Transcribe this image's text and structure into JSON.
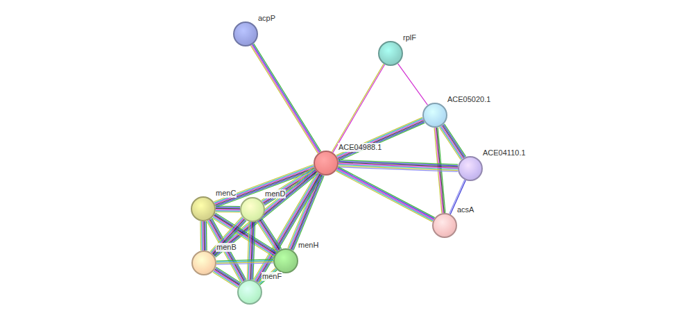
{
  "diagram": {
    "nodes": [
      {
        "text": [
          "acpP"
        ]
      },
      {
        "text": [
          "rplF"
        ]
      },
      {
        "text": [
          "ACE05020.1"
        ]
      },
      {
        "text": [
          "ACE04988.1"
        ]
      },
      {
        "text": [
          "ACE04110.1"
        ]
      },
      {
        "text": [
          "menC"
        ]
      },
      {
        "text": [
          "menD"
        ]
      },
      {
        "text": [
          "acsA"
        ]
      },
      {
        "text": [
          "menH"
        ]
      },
      {
        "text": [
          "menB"
        ]
      },
      {
        "text": [
          "menF"
        ]
      }
    ],
    "edges": [
      {
        "from": 0,
        "to": 3,
        "arrow": "none"
      },
      {
        "from": 1,
        "to": 3,
        "arrow": "none"
      },
      {
        "from": 1,
        "to": 2,
        "arrow": "none"
      },
      {
        "from": 2,
        "to": 3,
        "arrow": "none"
      },
      {
        "from": 2,
        "to": 4,
        "arrow": "none"
      },
      {
        "from": 2,
        "to": 7,
        "arrow": "none"
      },
      {
        "from": 3,
        "to": 4,
        "arrow": "none"
      },
      {
        "from": 3,
        "to": 7,
        "arrow": "none"
      },
      {
        "from": 4,
        "to": 7,
        "arrow": "none"
      },
      {
        "from": 3,
        "to": 5,
        "arrow": "none"
      },
      {
        "from": 3,
        "to": 6,
        "arrow": "none"
      },
      {
        "from": 3,
        "to": 9,
        "arrow": "none"
      },
      {
        "from": 3,
        "to": 8,
        "arrow": "none"
      },
      {
        "from": 3,
        "to": 10,
        "arrow": "none"
      },
      {
        "from": 5,
        "to": 6,
        "arrow": "none"
      },
      {
        "from": 5,
        "to": 9,
        "arrow": "none"
      },
      {
        "from": 5,
        "to": 8,
        "arrow": "none"
      },
      {
        "from": 5,
        "to": 10,
        "arrow": "none"
      },
      {
        "from": 6,
        "to": 9,
        "arrow": "none"
      },
      {
        "from": 6,
        "to": 8,
        "arrow": "none"
      },
      {
        "from": 6,
        "to": 10,
        "arrow": "none"
      },
      {
        "from": 9,
        "to": 8,
        "arrow": "none"
      },
      {
        "from": 9,
        "to": 10,
        "arrow": "none"
      },
      {
        "from": 8,
        "to": 10,
        "arrow": "none"
      }
    ]
  }
}
